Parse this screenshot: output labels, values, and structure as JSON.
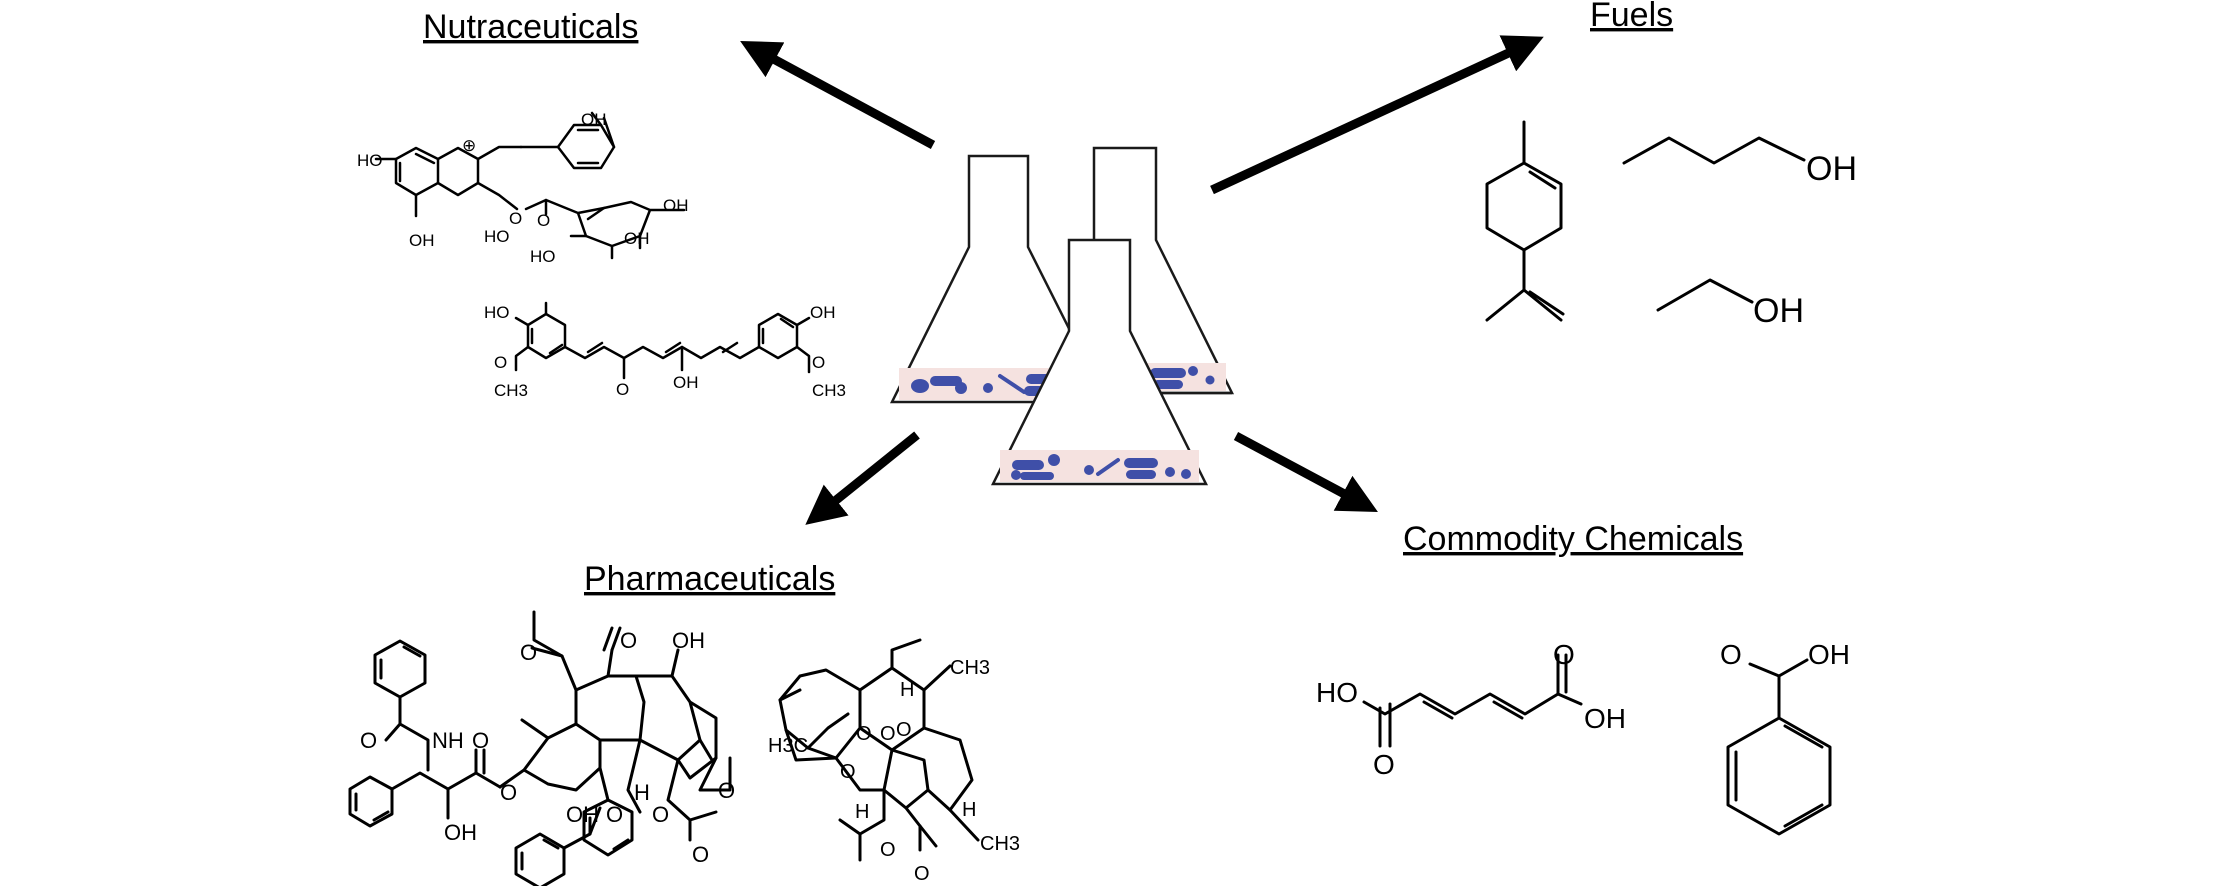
{
  "headings": {
    "nutraceuticals": "Nutraceuticals",
    "fuels": "Fuels",
    "pharmaceuticals": "Pharmaceuticals",
    "commodity": "Commodity Chemicals"
  },
  "atoms": {
    "oh": "OH",
    "ho": "HO",
    "o": "O",
    "och3": "CH3",
    "nh": "NH",
    "h": "H",
    "h3c": "H3C",
    "plus": "⊕"
  },
  "colors": {
    "cells": "#3f4fa8",
    "culture": "#f5e2e0"
  }
}
